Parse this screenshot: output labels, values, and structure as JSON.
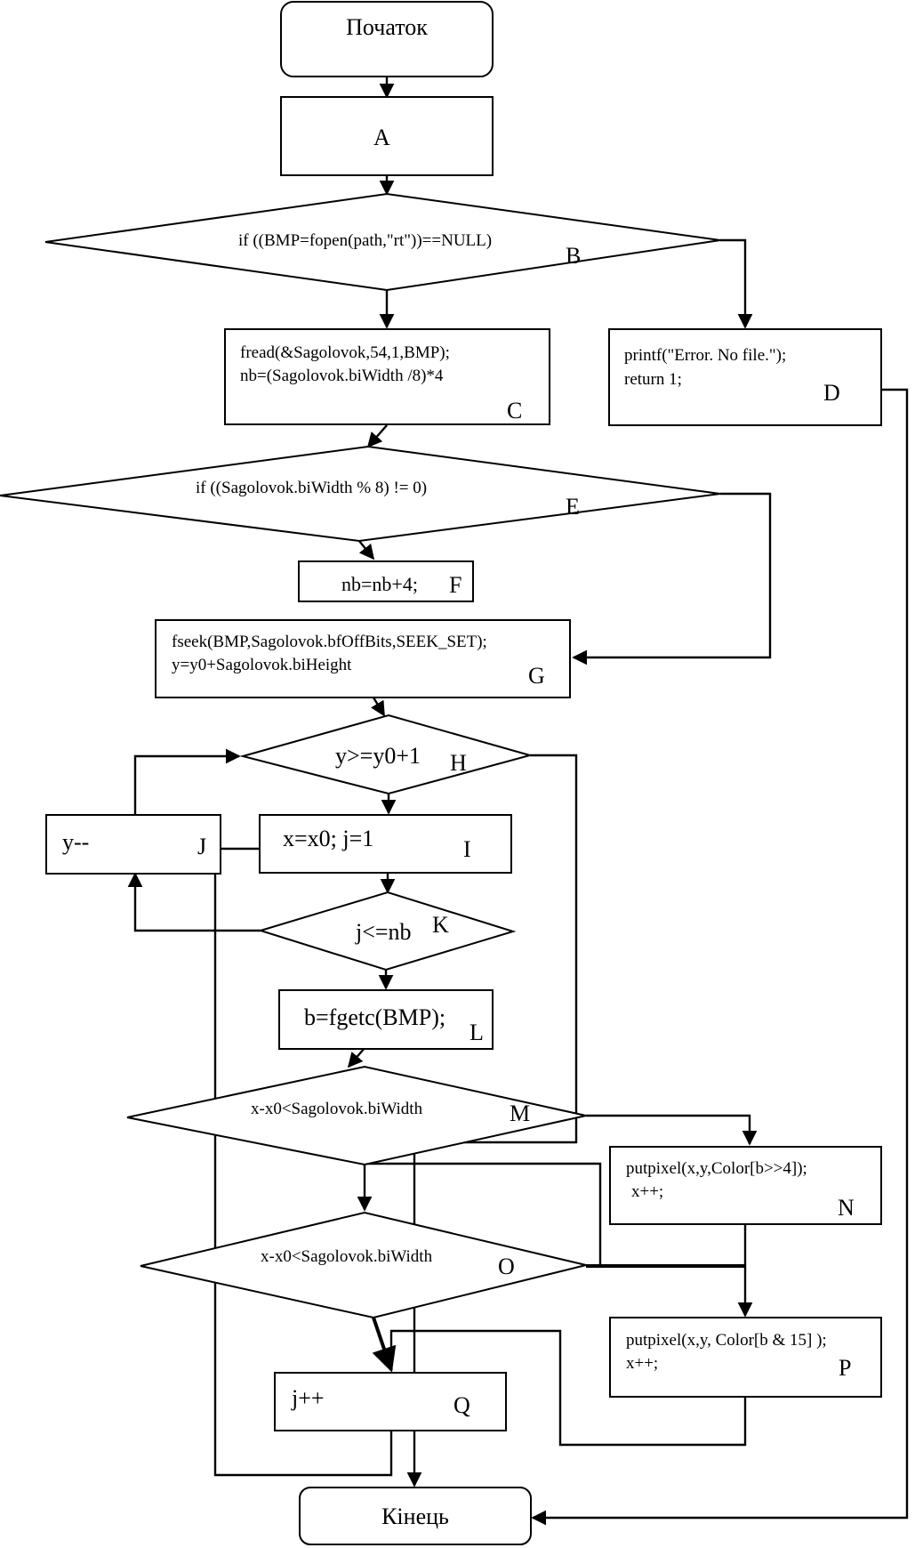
{
  "nodes": {
    "start": {
      "text": "Початок"
    },
    "A": {
      "letter": "A"
    },
    "B": {
      "text": "if ((BMP=fopen(path,\"rt\"))==NULL)",
      "letter": "B"
    },
    "C": {
      "line1": "fread(&Sagolovok,54,1,BMP);",
      "line2": "nb=(Sagolovok.biWidth /8)*4",
      "letter": "C"
    },
    "D": {
      "line1": "printf(\"Error. No file.\");",
      "line2": "return 1;",
      "letter": "D"
    },
    "E": {
      "text": "if ((Sagolovok.biWidth % 8) != 0)",
      "letter": "E"
    },
    "F": {
      "text": "nb=nb+4;",
      "letter": "F"
    },
    "G": {
      "line1": "fseek(BMP,Sagolovok.bfOffBits,SEEK_SET);",
      "line2": "y=y0+Sagolovok.biHeight",
      "letter": "G"
    },
    "H": {
      "text": "y>=y0+1",
      "letter": "H"
    },
    "I": {
      "text": "x=x0; j=1",
      "letter": "I"
    },
    "J": {
      "text": "y--",
      "letter": "J"
    },
    "K": {
      "text": "j<=nb",
      "letter": "K"
    },
    "L": {
      "text": "b=fgetc(BMP);",
      "letter": "L"
    },
    "M": {
      "text": "x-x0<Sagolovok.biWidth",
      "letter": "M"
    },
    "N": {
      "line1": "putpixel(x,y,Color[b>>4]);",
      "line2": "x++;",
      "letter": "N"
    },
    "O": {
      "text": "x-x0<Sagolovok.biWidth",
      "letter": "O"
    },
    "P": {
      "line1": "putpixel(x,y, Color[b & 15] );",
      "line2": "x++;",
      "letter": "P"
    },
    "Q": {
      "text": "j++",
      "letter": "Q"
    },
    "end": {
      "text": "Кінець"
    }
  }
}
